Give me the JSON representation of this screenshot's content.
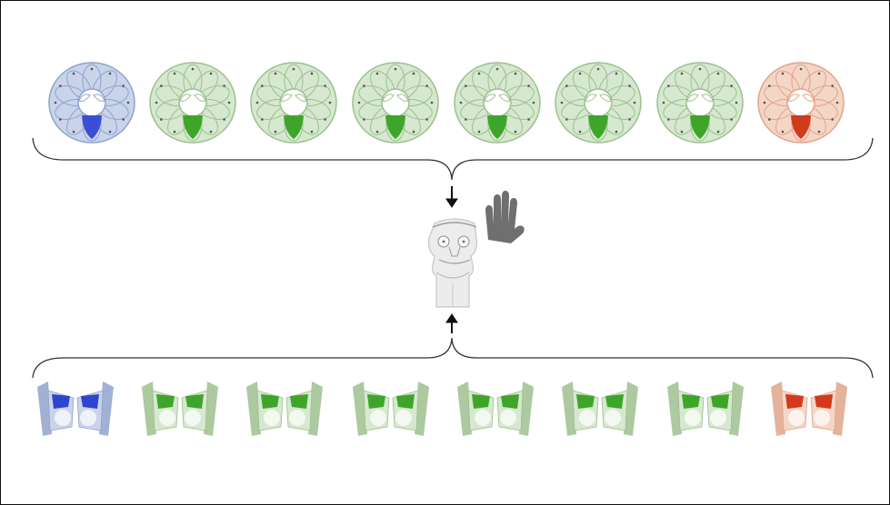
{
  "figure": {
    "top_row": {
      "description_icon": "rosette-disc-icon",
      "items": [
        {
          "color_family": "blue",
          "fill": "#c9d4ea",
          "stroke": "#8fa3cc",
          "accent": "#3b4fd6"
        },
        {
          "color_family": "green",
          "fill": "#d6e8cf",
          "stroke": "#9dc08f",
          "accent": "#3fa52a"
        },
        {
          "color_family": "green",
          "fill": "#d6e8cf",
          "stroke": "#9dc08f",
          "accent": "#3fa52a"
        },
        {
          "color_family": "green",
          "fill": "#d6e8cf",
          "stroke": "#9dc08f",
          "accent": "#3fa52a"
        },
        {
          "color_family": "green",
          "fill": "#d6e8cf",
          "stroke": "#9dc08f",
          "accent": "#3fa52a"
        },
        {
          "color_family": "green",
          "fill": "#d6e8cf",
          "stroke": "#9dc08f",
          "accent": "#3fa52a"
        },
        {
          "color_family": "green",
          "fill": "#d6e8cf",
          "stroke": "#9dc08f",
          "accent": "#3fa52a"
        },
        {
          "color_family": "orange",
          "fill": "#f4d6c6",
          "stroke": "#e0a48a",
          "accent": "#d13a1a"
        }
      ]
    },
    "bottom_row": {
      "description_icon": "bowtie-fragment-icon",
      "items": [
        {
          "color_family": "blue",
          "fill": "#c9d4ea",
          "stroke": "#8fa3cc",
          "accent": "#2f44cf"
        },
        {
          "color_family": "green",
          "fill": "#d6e8cf",
          "stroke": "#9dc08f",
          "accent": "#3fa52a"
        },
        {
          "color_family": "green",
          "fill": "#d6e8cf",
          "stroke": "#9dc08f",
          "accent": "#3fa52a"
        },
        {
          "color_family": "green",
          "fill": "#d6e8cf",
          "stroke": "#9dc08f",
          "accent": "#3fa52a"
        },
        {
          "color_family": "green",
          "fill": "#d6e8cf",
          "stroke": "#9dc08f",
          "accent": "#3fa52a"
        },
        {
          "color_family": "green",
          "fill": "#d6e8cf",
          "stroke": "#9dc08f",
          "accent": "#3fa52a"
        },
        {
          "color_family": "green",
          "fill": "#d6e8cf",
          "stroke": "#9dc08f",
          "accent": "#3fa52a"
        },
        {
          "color_family": "orange",
          "fill": "#f4d6c6",
          "stroke": "#e0a48a",
          "accent": "#d13a1a"
        }
      ]
    },
    "center": {
      "figure_icon": "stone-statue-icon",
      "hand_icon": "hand-stop-icon",
      "arrow_color": "#111111",
      "hand_color": "#6f6f6f",
      "brace_color": "#333333"
    }
  }
}
